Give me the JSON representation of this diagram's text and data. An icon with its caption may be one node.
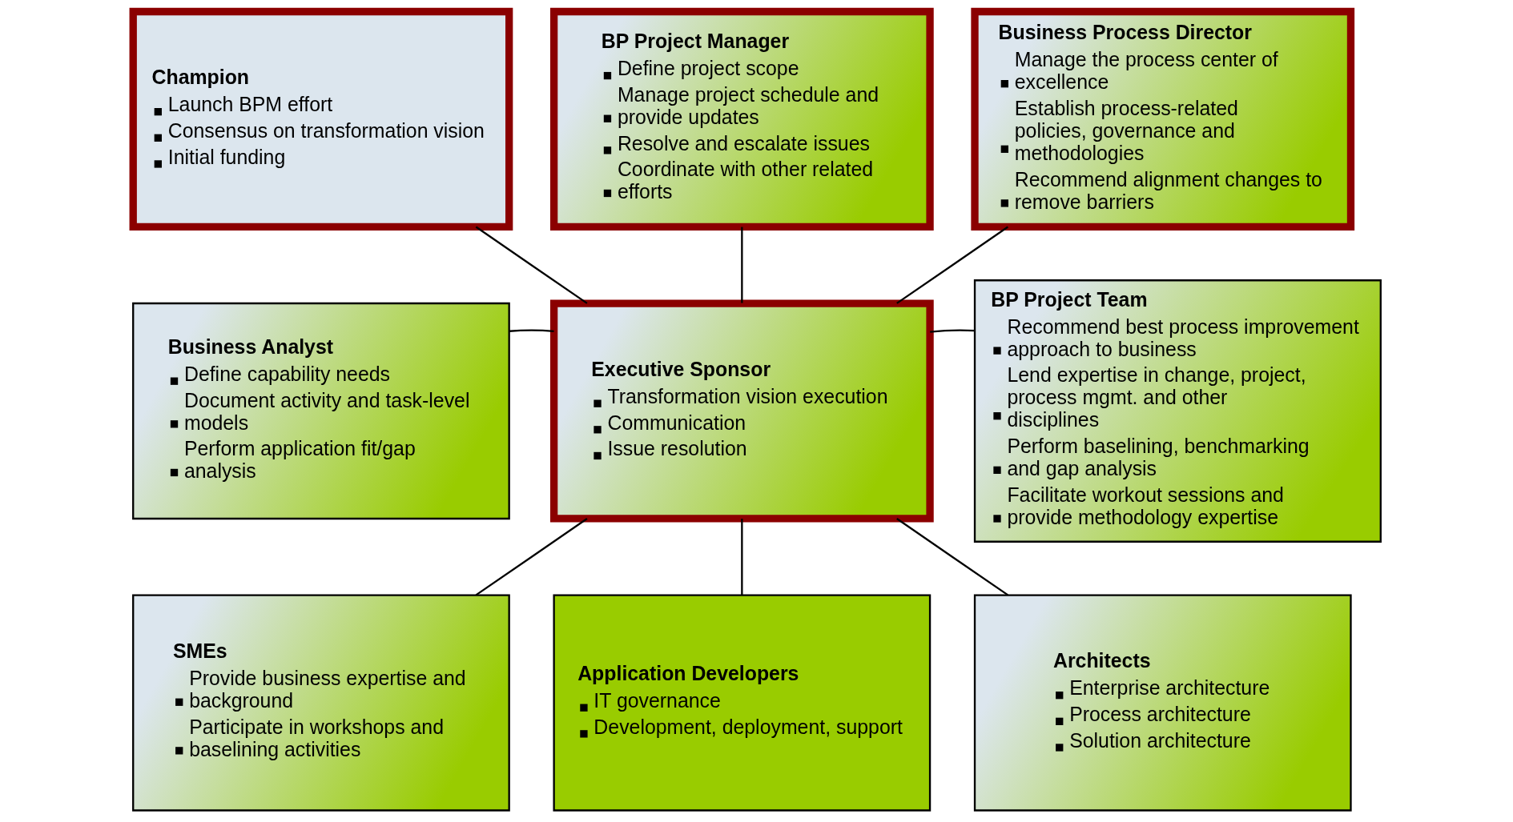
{
  "diagram": {
    "nodes": [
      {
        "text": [
          "Champion",
          "Launch BPM effort",
          "Consensus on transformation vision",
          "Initial funding"
        ]
      },
      {
        "text": [
          "BP Project Manager",
          "Define project scope",
          "Manage project schedule and provide updates",
          "Resolve and escalate issues",
          "Coordinate with other related efforts"
        ]
      },
      {
        "text": [
          "Business Process Director",
          "Manage the process center of excellence",
          "Establish process-related policies, governance and methodologies",
          "Recommend alignment changes to remove barriers"
        ]
      },
      {
        "text": [
          "Business Analyst",
          "Define capability needs",
          "Document activity and task-level models",
          "Perform application fit/gap analysis"
        ]
      },
      {
        "text": [
          "Executive Sponsor",
          "Transformation vision execution",
          "Communication",
          "Issue resolution"
        ]
      },
      {
        "text": [
          "BP Project Team",
          "Recommend best process improvement approach to business",
          "Lend expertise in change, project, process mgmt. and other disciplines",
          "Perform baselining, benchmarking and gap analysis",
          "Facilitate workout sessions and provide methodology expertise"
        ]
      },
      {
        "text": [
          "SMEs",
          "Provide business expertise and background",
          "Participate in workshops and baselining activities"
        ]
      },
      {
        "text": [
          "Application Developers",
          "IT governance",
          "Development, deployment, support"
        ]
      },
      {
        "text": [
          "Architects",
          "Enterprise architecture",
          "Process architecture",
          "Solution architecture"
        ]
      }
    ],
    "edges": [
      {
        "from": 0,
        "to": 4,
        "arrow": "none"
      },
      {
        "from": 1,
        "to": 4,
        "arrow": "none"
      },
      {
        "from": 2,
        "to": 4,
        "arrow": "none"
      },
      {
        "from": 3,
        "to": 4,
        "arrow": "none"
      },
      {
        "from": 4,
        "to": 5,
        "arrow": "none"
      },
      {
        "from": 4,
        "to": 6,
        "arrow": "none"
      },
      {
        "from": 4,
        "to": 7,
        "arrow": "none"
      },
      {
        "from": 4,
        "to": 8,
        "arrow": "none"
      }
    ]
  }
}
